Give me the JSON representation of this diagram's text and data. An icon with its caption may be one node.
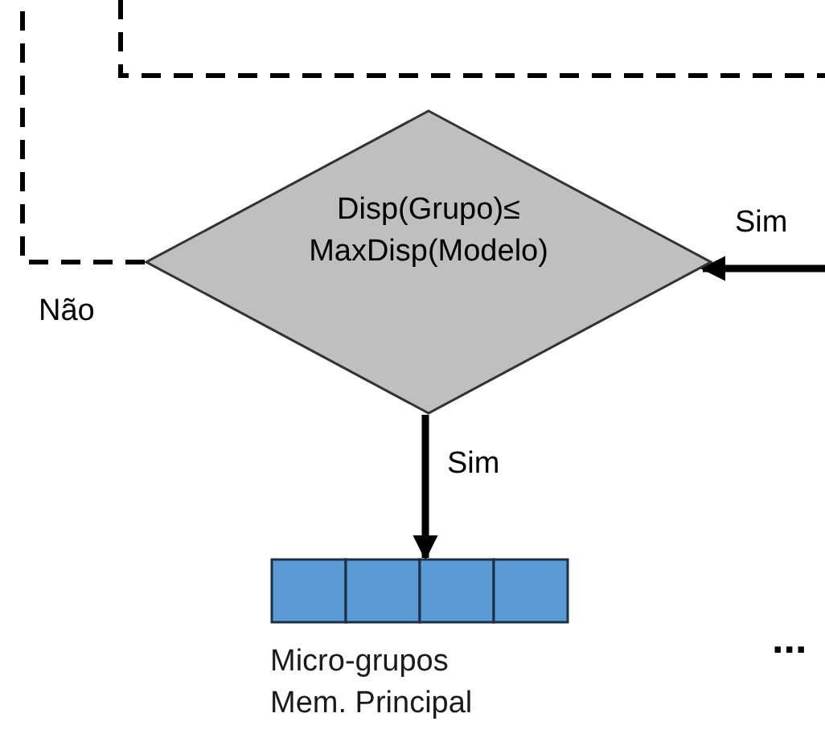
{
  "diagram": {
    "nodes": [
      {
        "text": [
          "Disp(Grupo)≤ MaxDisp(Modelo)"
        ]
      },
      {
        "text": [
          "Micro-grupos Mem. Principal"
        ]
      }
    ],
    "edges": [
      {
        "from": 0,
        "to": null,
        "arrow": "none",
        "style": "dashed",
        "label": "Não"
      },
      {
        "from": null,
        "to": 0,
        "arrow": "to",
        "label": "Sim"
      },
      {
        "from": 0,
        "to": 1,
        "arrow": "to",
        "label": "Sim"
      }
    ],
    "labels": [
      "..."
    ]
  }
}
